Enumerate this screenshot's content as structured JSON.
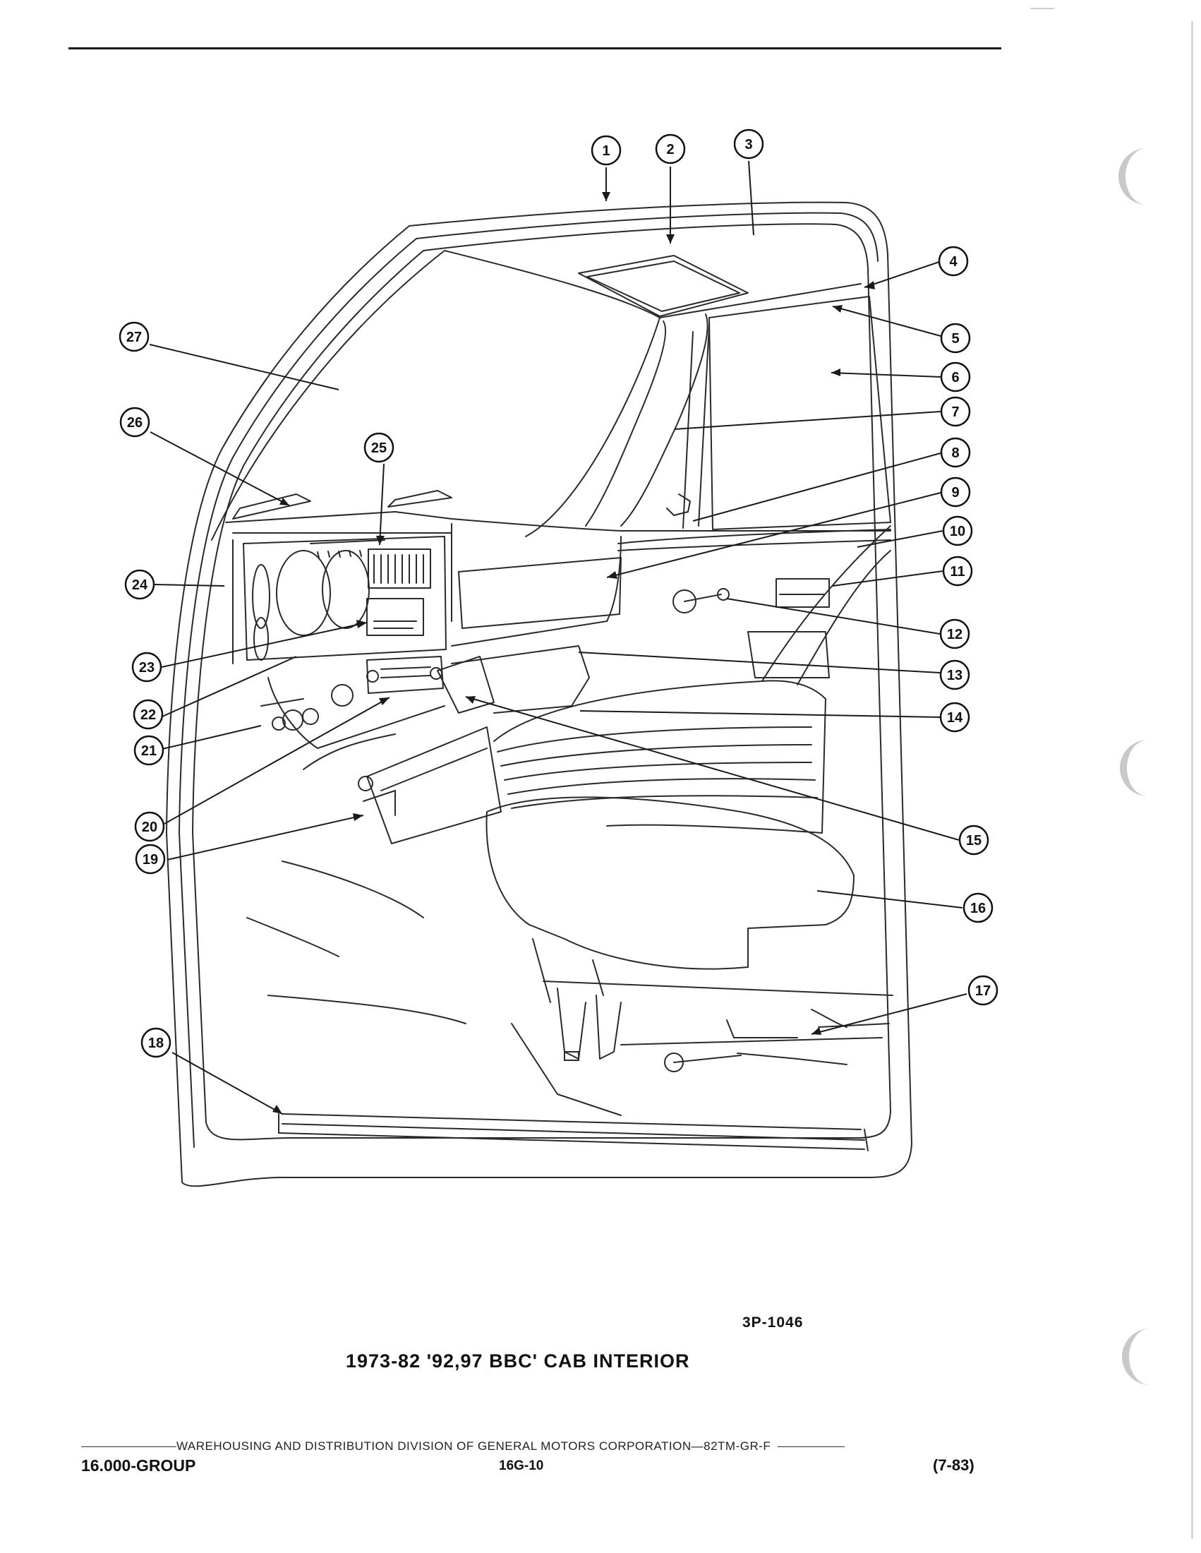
{
  "figure_id": "3P-1046",
  "caption": "1973-82 '92,97 BBC' CAB INTERIOR",
  "footer": {
    "publisher": "WAREHOUSING AND DISTRIBUTION  DIVISION OF GENERAL MOTORS CORPORATION—82TM-GR-F",
    "group": "16.000-GROUP",
    "page": "16G-10",
    "date": "(7-83)"
  },
  "callouts": [
    {
      "num": "1"
    },
    {
      "num": "2"
    },
    {
      "num": "3"
    },
    {
      "num": "4"
    },
    {
      "num": "5"
    },
    {
      "num": "6"
    },
    {
      "num": "7"
    },
    {
      "num": "8"
    },
    {
      "num": "9"
    },
    {
      "num": "10"
    },
    {
      "num": "11"
    },
    {
      "num": "12"
    },
    {
      "num": "13"
    },
    {
      "num": "14"
    },
    {
      "num": "15"
    },
    {
      "num": "16"
    },
    {
      "num": "17"
    },
    {
      "num": "18"
    },
    {
      "num": "19"
    },
    {
      "num": "20"
    },
    {
      "num": "21"
    },
    {
      "num": "22"
    },
    {
      "num": "23"
    },
    {
      "num": "24"
    },
    {
      "num": "25"
    },
    {
      "num": "26"
    },
    {
      "num": "27"
    }
  ]
}
